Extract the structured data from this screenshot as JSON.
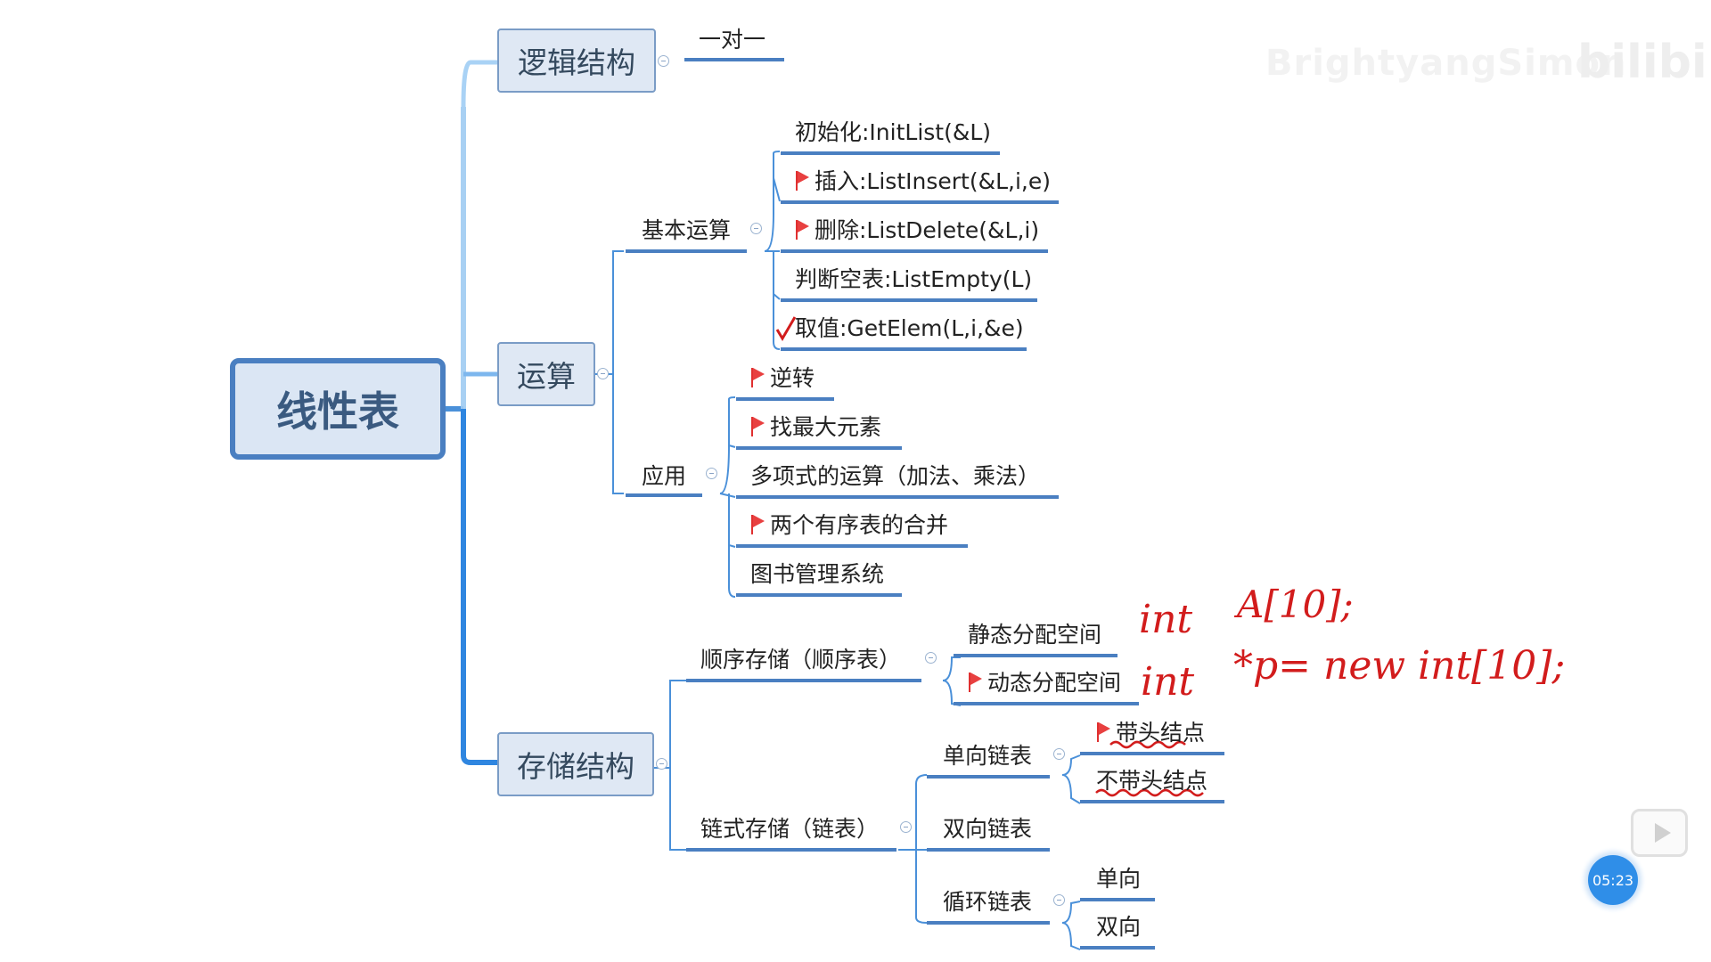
{
  "root": "线性表",
  "branches": {
    "logic": "逻辑结构",
    "logic_child": "一对一",
    "ops": "运算",
    "storage": "存储结构"
  },
  "ops": {
    "basic": "基本运算",
    "basic_items": [
      {
        "label": "初始化:InitList(&L)",
        "flag": false
      },
      {
        "label": "插入:ListInsert(&L,i,e)",
        "flag": true
      },
      {
        "label": "删除:ListDelete(&L,i)",
        "flag": true
      },
      {
        "label": "判断空表:ListEmpty(L)",
        "flag": false
      },
      {
        "label": "取值:GetElem(L,i,&e)",
        "flag": false,
        "check": true
      }
    ],
    "app": "应用",
    "app_items": [
      {
        "label": "逆转",
        "flag": true
      },
      {
        "label": "找最大元素",
        "flag": true
      },
      {
        "label": "多项式的运算（加法、乘法）",
        "flag": false
      },
      {
        "label": "两个有序表的合并",
        "flag": true
      },
      {
        "label": "图书管理系统",
        "flag": false
      }
    ]
  },
  "storage": {
    "seq": "顺序存储（顺序表）",
    "seq_items": [
      {
        "label": "静态分配空间",
        "flag": false
      },
      {
        "label": "动态分配空间",
        "flag": true
      }
    ],
    "linked": "链式存储（链表）",
    "single": "单向链表",
    "single_items": [
      {
        "label": "带头结点",
        "flag": true
      },
      {
        "label": "不带头结点",
        "flag": false
      }
    ],
    "double": "双向链表",
    "circular": "循环链表",
    "circular_items": [
      "单向",
      "双向"
    ]
  },
  "handwriting": {
    "line1_a": "int",
    "line1_b": "A[10];",
    "line2_a": "int",
    "line2_b": "*p= new int[10];"
  },
  "overlay": {
    "watermark": "BrightyangSimon",
    "brand": "bilibili",
    "timer": "05:23"
  },
  "colors": {
    "connector": "#4a90d9",
    "underline": "#4a7fc1",
    "flag": "#e84040",
    "ink": "#d21c1c"
  }
}
